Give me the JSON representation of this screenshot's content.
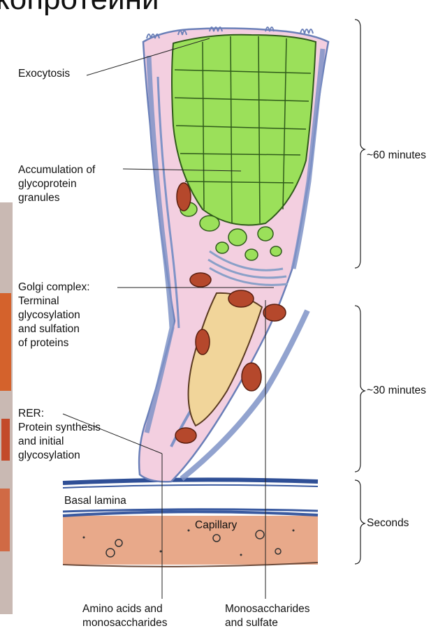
{
  "partial_title": "копротеини",
  "labels": {
    "exocytosis": "Exocytosis",
    "accumulation": "Accumulation of\nglycoprotein\ngranules",
    "golgi": "Golgi complex:\nTerminal\nglycosylation\nand sulfation\nof proteins",
    "rer": "RER:\nProtein synthesis\nand initial\nglycosylation",
    "basal": "Basal lamina",
    "capillary": "Capillary",
    "amino": "Amino acids and\nmonosaccharides",
    "mono": "Monosaccharides\nand sulfate"
  },
  "times": {
    "t60": "~60 minutes",
    "t30": "~30 minutes",
    "sec": "Seconds"
  },
  "colors": {
    "granule": "#9be05a",
    "cytoplasm": "#f3cfe0",
    "rer_blue": "#7f93c7",
    "mitochondria": "#b5482c",
    "nucleus": "#f1d59a",
    "capillary": "#e8a98a"
  }
}
